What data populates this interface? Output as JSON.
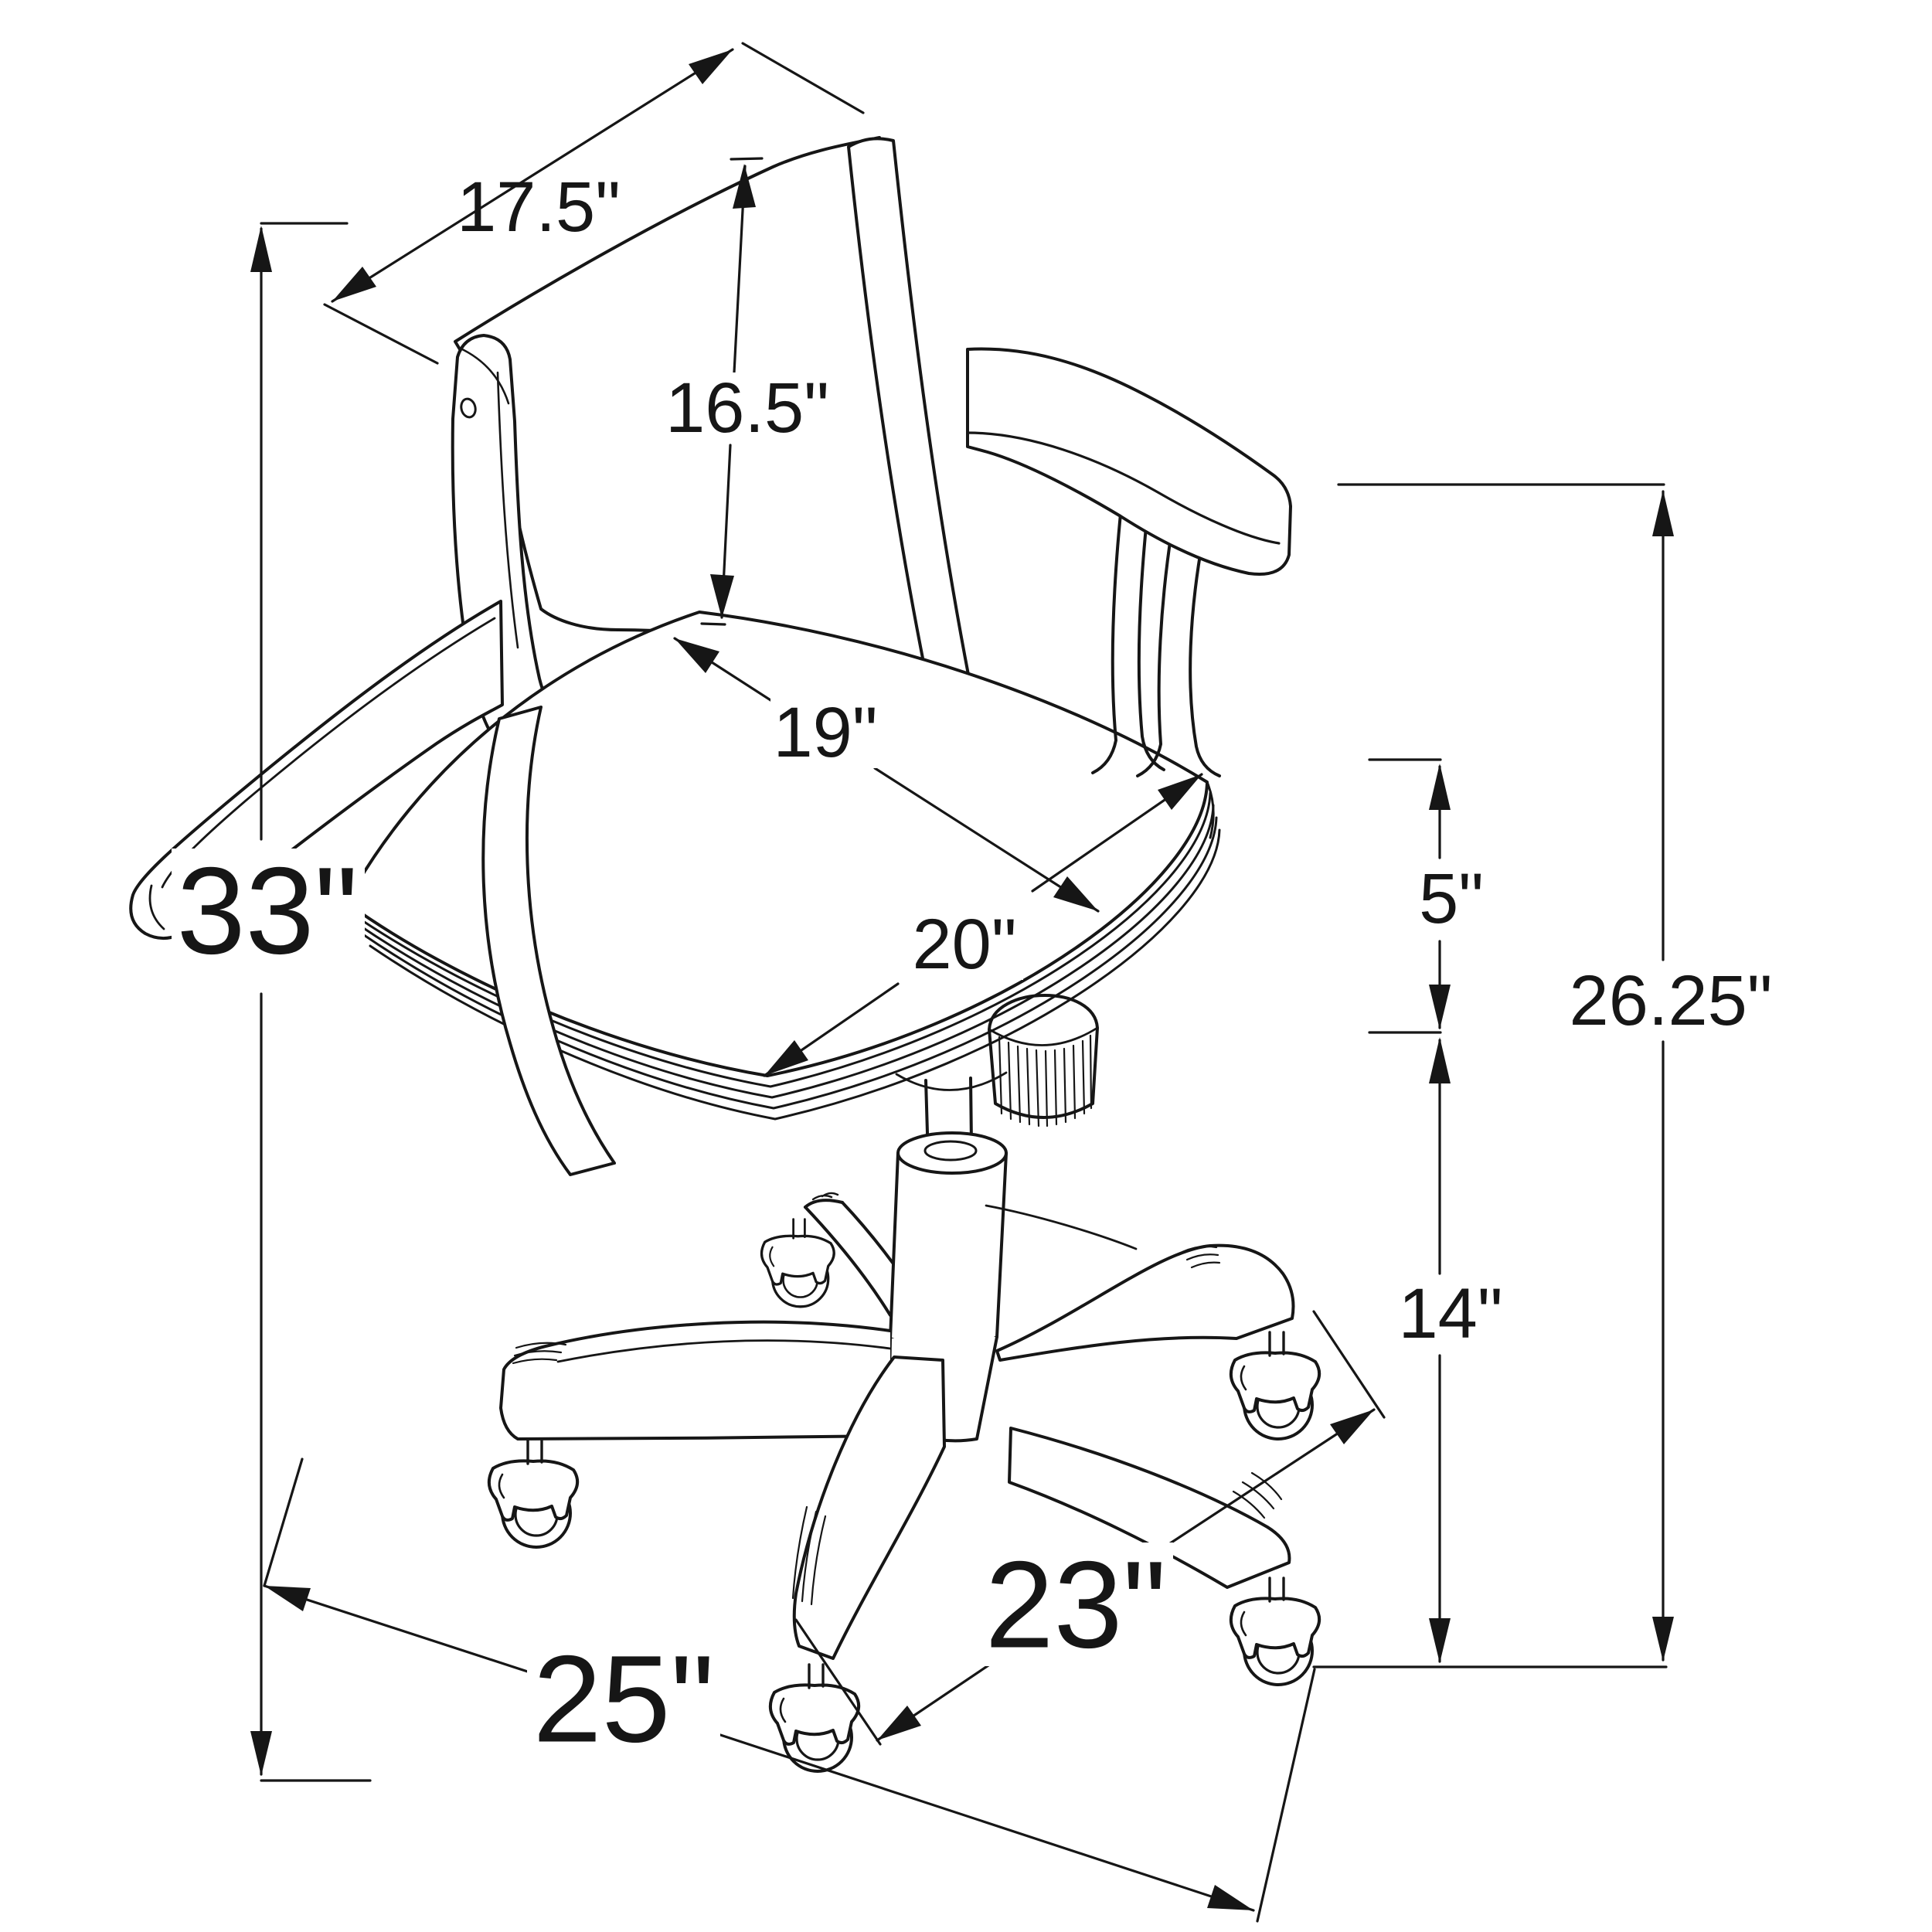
{
  "diagram": {
    "kind": "technical dimension line drawing",
    "subject": "swivel arm chair with five-star caster base",
    "unit": "inches"
  },
  "colors": {
    "line": "#161616",
    "background": "#ffffff"
  },
  "dimensions": {
    "back_width": {
      "label": "17.5\"",
      "value": 17.5
    },
    "back_height": {
      "label": "16.5\"",
      "value": 16.5
    },
    "seat_depth": {
      "label": "19\"",
      "value": 19
    },
    "seat_width": {
      "label": "20\"",
      "value": 20
    },
    "overall_height": {
      "label": "33\"",
      "value": 33
    },
    "seat_thickness": {
      "label": "5\"",
      "value": 5
    },
    "arm_height": {
      "label": "26.25\"",
      "value": 26.25
    },
    "floor_to_seat": {
      "label": "14\"",
      "value": 14
    },
    "base_span_diagonal": {
      "label": "23\"",
      "value": 23
    },
    "base_span_side": {
      "label": "25\"",
      "value": 25
    }
  }
}
